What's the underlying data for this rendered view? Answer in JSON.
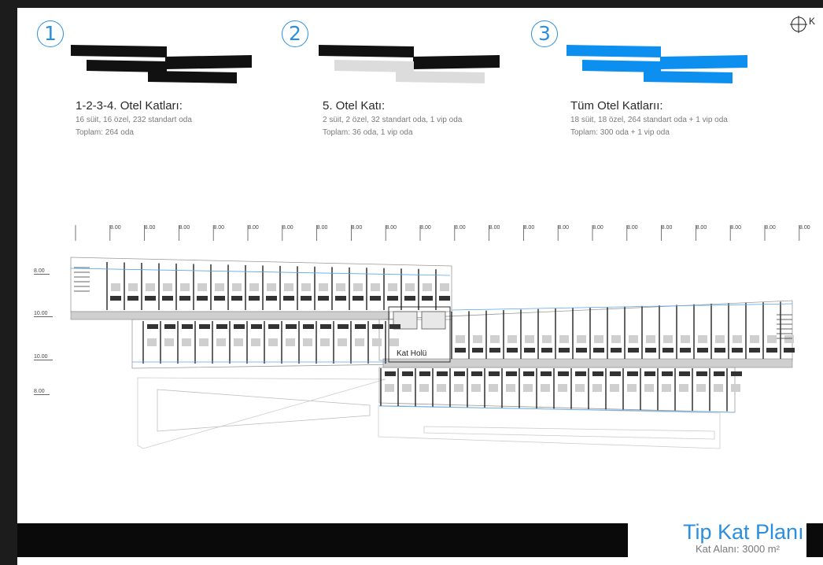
{
  "options": [
    {
      "number": "1",
      "title": "1-2-3-4. Otel Katları:",
      "line1": "16 süit, 16 özel, 232 standart oda",
      "line2": "Toplam: 264 oda"
    },
    {
      "number": "2",
      "title": "5. Otel Katı:",
      "line1": "2 süit, 2 özel, 32 standart oda, 1 vip oda",
      "line2": "Toplam: 36  oda, 1 vip oda"
    },
    {
      "number": "3",
      "title": "Tüm Otel Katlarıı:",
      "line1": "18 süit, 18 özel, 264 standart oda + 1 vip oda",
      "line2": "Toplam: 300  oda + 1 vip oda"
    }
  ],
  "compass_letter": "K",
  "grid": {
    "column_labels": [
      "8.00",
      "8.00",
      "8.00",
      "8.00",
      "8.00",
      "8.00",
      "8.00",
      "8.00",
      "8.00",
      "8.00",
      "8.00",
      "8.00",
      "8.00",
      "8.00",
      "8.00",
      "8.00",
      "8.00",
      "8.00",
      "8.00",
      "8.00",
      "8.00"
    ],
    "row_labels": [
      "8.00",
      "10.00",
      "10.00",
      "8.00"
    ]
  },
  "plan": {
    "hall_label": "Kat Holü"
  },
  "footer": {
    "title": "Tip Kat Planı",
    "subtitle": "Kat Alanı: 3000 m²"
  },
  "colors": {
    "accent": "#2b8fe0",
    "mass_active": "#0d8ff0",
    "mass_dark": "#111111",
    "mass_inactive": "#dddddd"
  }
}
